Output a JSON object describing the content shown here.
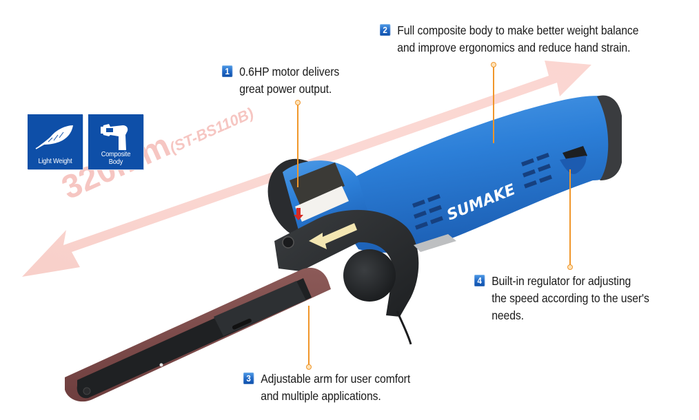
{
  "features": [
    {
      "id": "light-weight",
      "label": "Light Weight",
      "icon": "feather-icon"
    },
    {
      "id": "composite-body",
      "label_line1": "Composite",
      "label_line2": "Body",
      "icon": "air-tool-icon"
    }
  ],
  "dimension": {
    "length": "320mm",
    "model": "(ST-BS110B)",
    "color": "#f6c3bf"
  },
  "product": {
    "brand": "SUMAKE",
    "body_color": "#2a7fd6",
    "accent_color": "#0e4fa8"
  },
  "callouts": [
    {
      "number": "1",
      "line1": "0.6HP motor delivers",
      "line2": "great power output."
    },
    {
      "number": "2",
      "line1": "Full composite body to make better weight balance",
      "line2": "and improve ergonomics and reduce hand strain."
    },
    {
      "number": "3",
      "line1": "Adjustable arm for user comfort",
      "line2": "and multiple applications."
    },
    {
      "number": "4",
      "line1": "Built-in regulator for adjusting",
      "line2": "the speed according to the user's",
      "line3": "needs."
    }
  ],
  "colors": {
    "leader": "#f0962a",
    "badge": "#1f66c4",
    "tile": "#0e4fa8"
  }
}
